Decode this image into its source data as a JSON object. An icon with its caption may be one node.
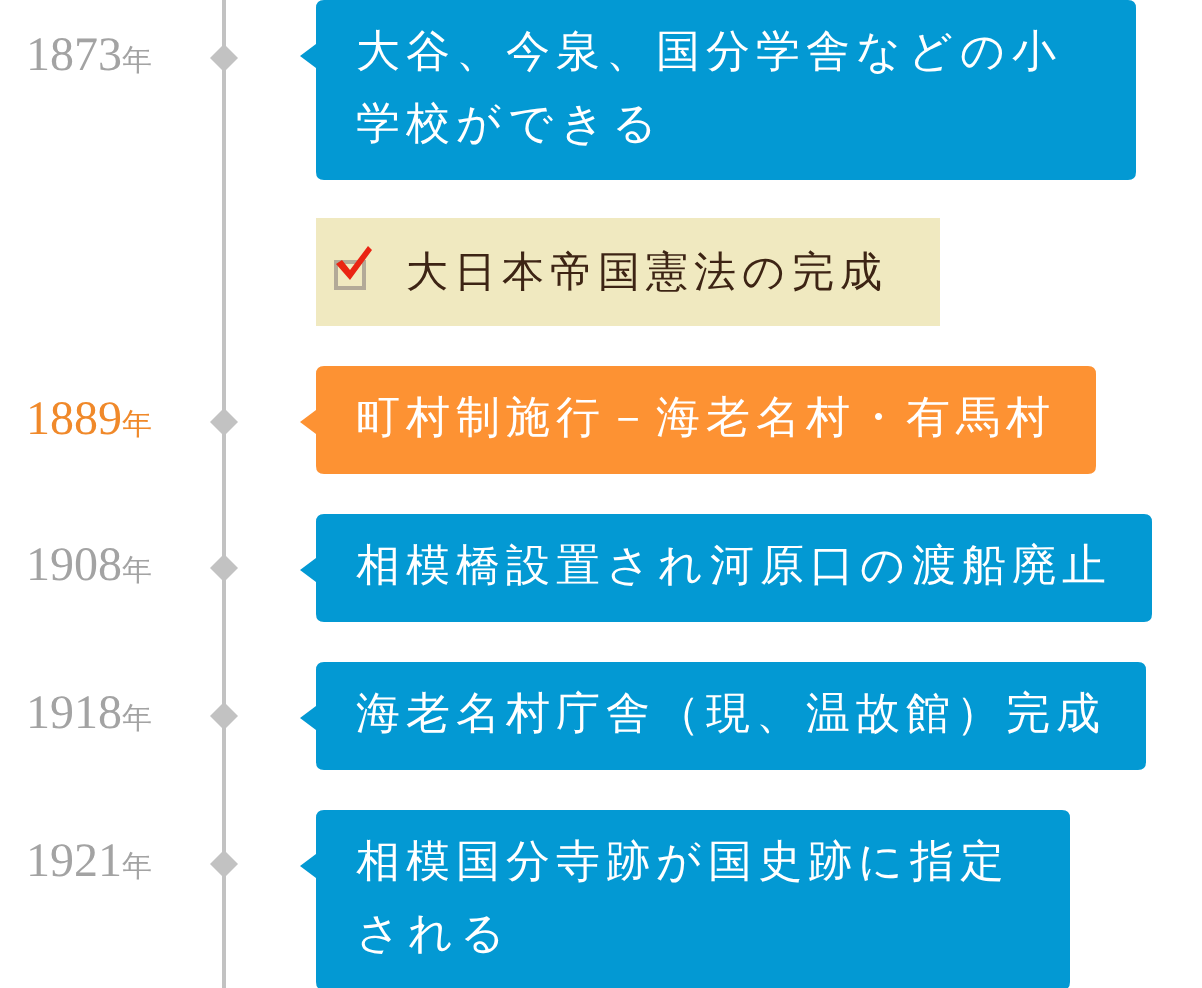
{
  "diagram": {
    "nodes": [
      {
        "text": [
          "大谷、今泉、国分学舎などの小学校ができる"
        ],
        "beside": [
          "1873年"
        ]
      },
      {
        "text": [
          "大日本帝国憲法の完成"
        ]
      },
      {
        "text": [
          "町村制施行－海老名村・有馬村"
        ],
        "beside": [
          "1889年"
        ]
      },
      {
        "text": [
          "相模橋設置され河原口の渡船廃止"
        ],
        "beside": [
          "1908年"
        ]
      },
      {
        "text": [
          "海老名村庁舎（現、温故館）完成"
        ],
        "beside": [
          "1918年"
        ]
      },
      {
        "text": [
          "相模国分寺跡が国史跡に指定される"
        ],
        "beside": [
          "1921年"
        ]
      }
    ]
  }
}
